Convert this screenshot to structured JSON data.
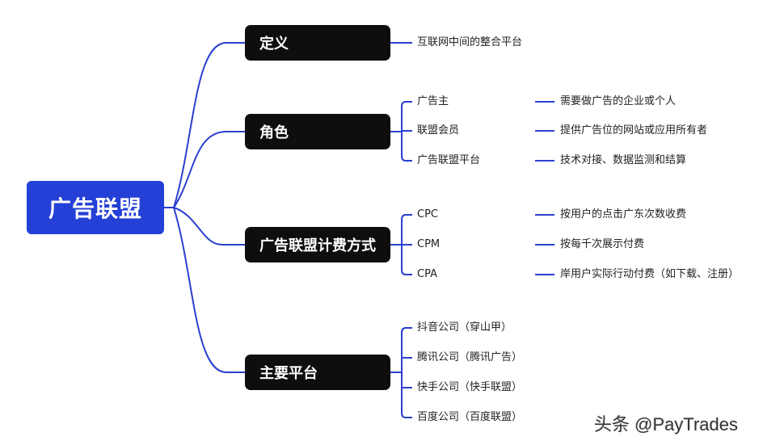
{
  "colors": {
    "root_bg": "#2440d6",
    "branch_bg": "#0e0e0e",
    "connector": "#2a3fd0",
    "text": "#222222"
  },
  "root": {
    "label": "广告联盟"
  },
  "branches": [
    {
      "label": "定义",
      "children": [
        {
          "label": "互联网中间的整合平台",
          "desc": null
        }
      ]
    },
    {
      "label": "角色",
      "children": [
        {
          "label": "广告主",
          "desc": "需要做广告的企业或个人"
        },
        {
          "label": "联盟会员",
          "desc": "提供广告位的网站或应用所有者"
        },
        {
          "label": "广告联盟平台",
          "desc": "技术对接、数据监测和结算"
        }
      ]
    },
    {
      "label": "广告联盟计费方式",
      "children": [
        {
          "label": "CPC",
          "desc": "按用户的点击广东次数收费"
        },
        {
          "label": "CPM",
          "desc": "按每千次展示付费"
        },
        {
          "label": "CPA",
          "desc": "岸用户实际行动付费（如下载、注册）"
        }
      ]
    },
    {
      "label": "主要平台",
      "children": [
        {
          "label": "抖音公司（穿山甲）",
          "desc": null
        },
        {
          "label": "腾讯公司（腾讯广告）",
          "desc": null
        },
        {
          "label": "快手公司（快手联盟）",
          "desc": null
        },
        {
          "label": "百度公司（百度联盟）",
          "desc": null
        }
      ]
    }
  ],
  "watermark": "头条 @PayTrades"
}
